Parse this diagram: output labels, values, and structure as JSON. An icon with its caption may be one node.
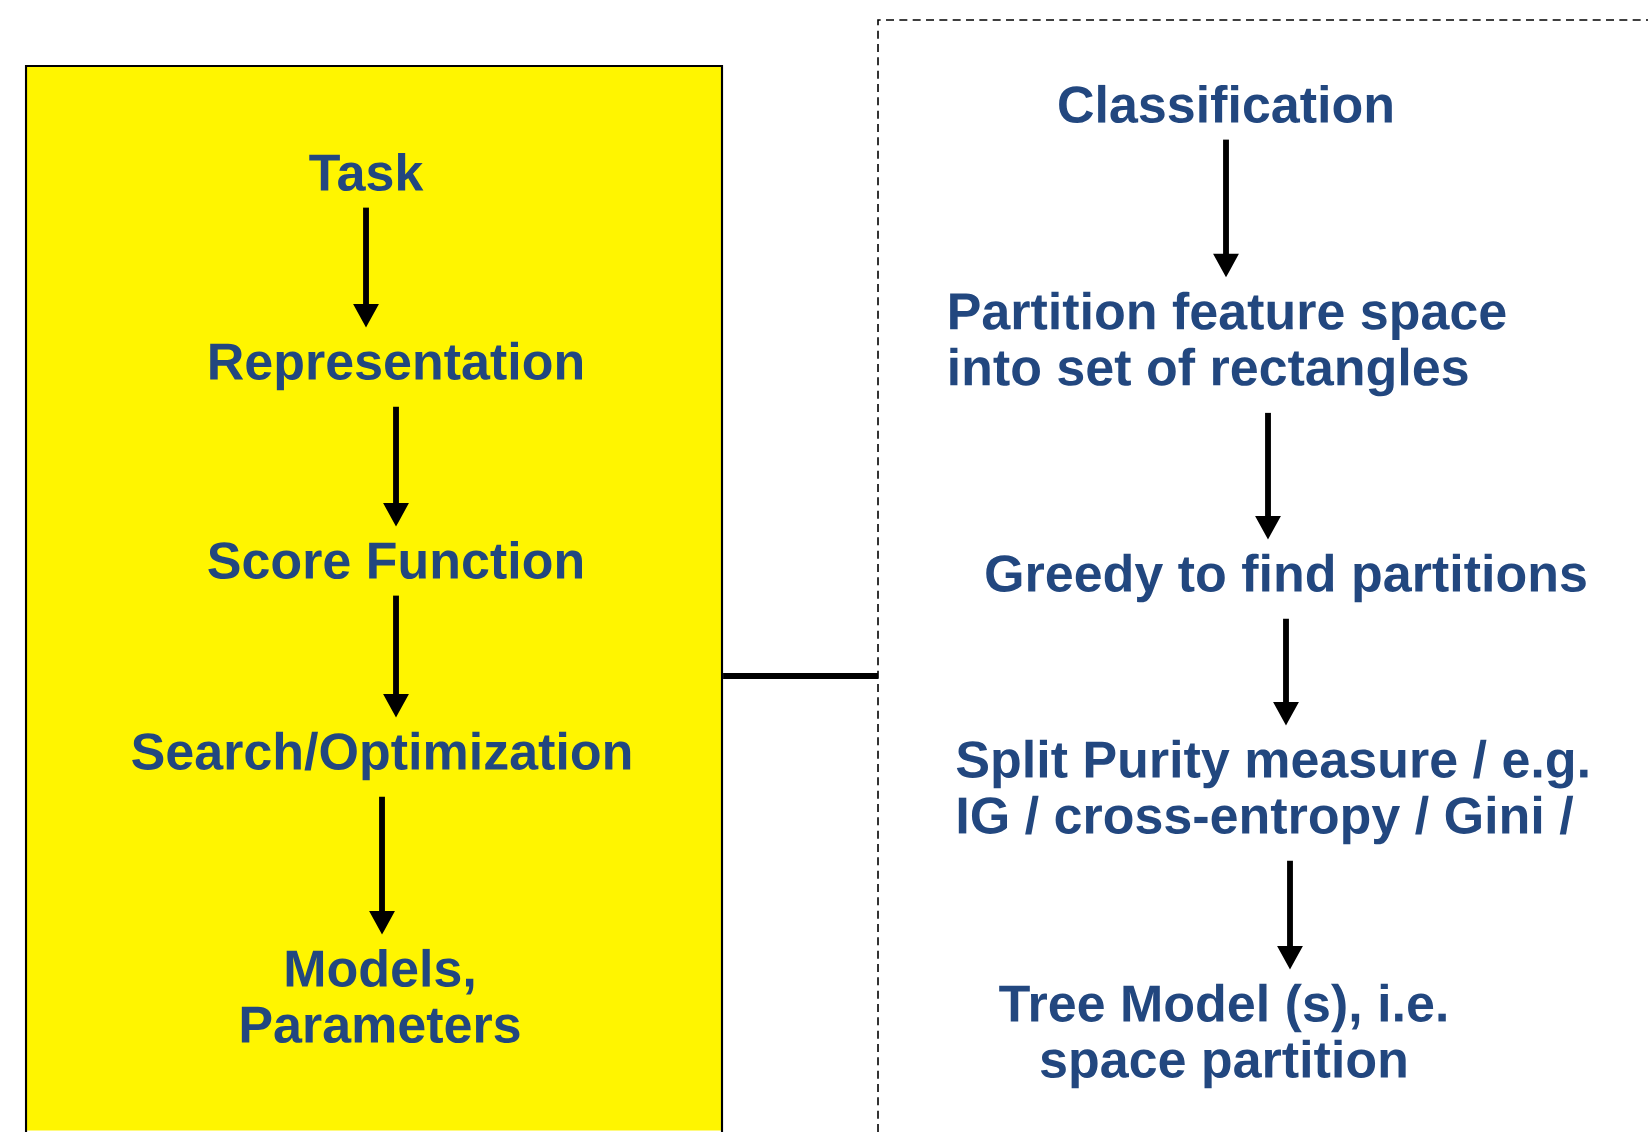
{
  "diagram": {
    "nodes": [
      {
        "text": [],
        "shape": "box"
      },
      {
        "text": [
          "Task"
        ],
        "in": 0
      },
      {
        "text": [
          "Representation"
        ],
        "in": 0
      },
      {
        "text": [
          "Score Function"
        ],
        "in": 0
      },
      {
        "text": [
          "Search/Optimization"
        ],
        "in": 0
      },
      {
        "text": [
          "Models, Parameters"
        ],
        "in": 0
      },
      {
        "text": [],
        "shape": "box"
      },
      {
        "text": [
          "Classification"
        ],
        "in": 6
      },
      {
        "text": [
          "Partition feature space into set of rectangles"
        ],
        "in": 6
      },
      {
        "text": [
          "Greedy to find partitions"
        ],
        "in": 6
      },
      {
        "text": [
          "Split Purity measure / e.g. IG / cross-entropy / Gini /"
        ],
        "in": 6
      },
      {
        "text": [
          "Tree Model (s), i.e. space partition"
        ],
        "in": 6
      }
    ],
    "edges": [
      {
        "from": 1,
        "to": 2,
        "arrow": "to"
      },
      {
        "from": 2,
        "to": 3,
        "arrow": "to"
      },
      {
        "from": 3,
        "to": 4,
        "arrow": "to"
      },
      {
        "from": 4,
        "to": 5,
        "arrow": "to"
      },
      {
        "from": 0,
        "to": 6,
        "arrow": "none"
      },
      {
        "from": 7,
        "to": 8,
        "arrow": "to"
      },
      {
        "from": 8,
        "to": 9,
        "arrow": "to"
      },
      {
        "from": 9,
        "to": 10,
        "arrow": "to"
      },
      {
        "from": 10,
        "to": 11,
        "arrow": "to"
      }
    ]
  }
}
